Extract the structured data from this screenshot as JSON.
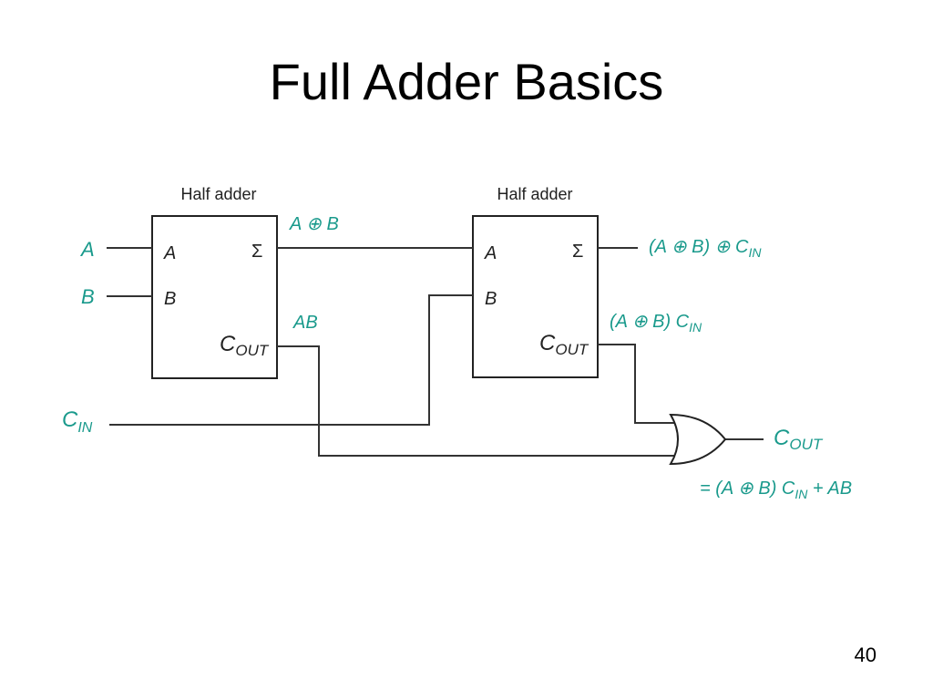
{
  "title": "Full Adder Basics",
  "page_number": "40",
  "half_adder_1": {
    "header": "Half adder",
    "in_a": "A",
    "in_b": "B",
    "sum": "Σ",
    "cout_main": "C",
    "cout_sub": "OUT"
  },
  "half_adder_2": {
    "header": "Half adder",
    "in_a": "A",
    "in_b": "B",
    "sum": "Σ",
    "cout_main": "C",
    "cout_sub": "OUT"
  },
  "signals": {
    "input_a": "A",
    "input_b": "B",
    "cin_main": "C",
    "cin_sub": "IN",
    "xor_ab": "A ⊕ B",
    "and_ab": "AB",
    "sum_out_pre": "(A ⊕ B) ⊕ C",
    "sum_out_sub": "IN",
    "carry2_pre": "(A ⊕ B) C",
    "carry2_sub": "IN",
    "cout_main": "C",
    "cout_sub": "OUT",
    "cout_eq_pre": "= (A ⊕ B) C",
    "cout_eq_sub": "IN",
    "cout_eq_post": " + AB"
  },
  "colors": {
    "label_teal": "#1a9a8c",
    "ink": "#222222"
  }
}
